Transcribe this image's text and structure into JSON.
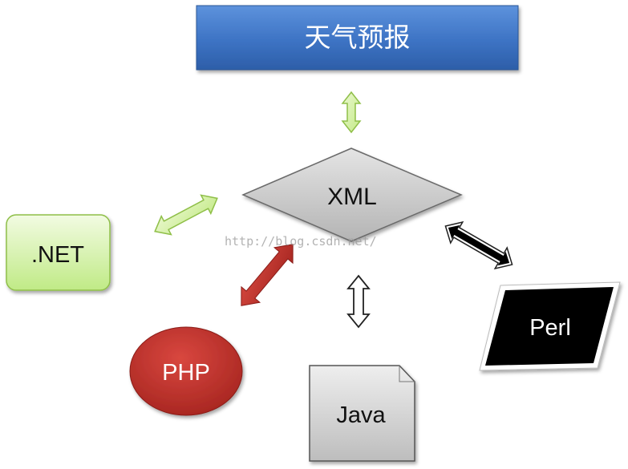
{
  "title": {
    "text": "天气预报"
  },
  "nodes": {
    "xml": "XML",
    "dotnet": ".NET",
    "php": "PHP",
    "java": "Java",
    "perl": "Perl"
  },
  "watermark": "http://blog.csdn.net/",
  "colors": {
    "title_fill": "#3d73c4",
    "xml_fill": "#c8c8c8",
    "dotnet_fill": "#ccf09c",
    "php_fill": "#c0312d",
    "java_fill": "#d2d2d2",
    "perl_fill": "#000000",
    "arrow_green": "#d3f0a2",
    "arrow_red": "#b6322c",
    "arrow_white": "#ffffff",
    "arrow_black": "#000000"
  }
}
